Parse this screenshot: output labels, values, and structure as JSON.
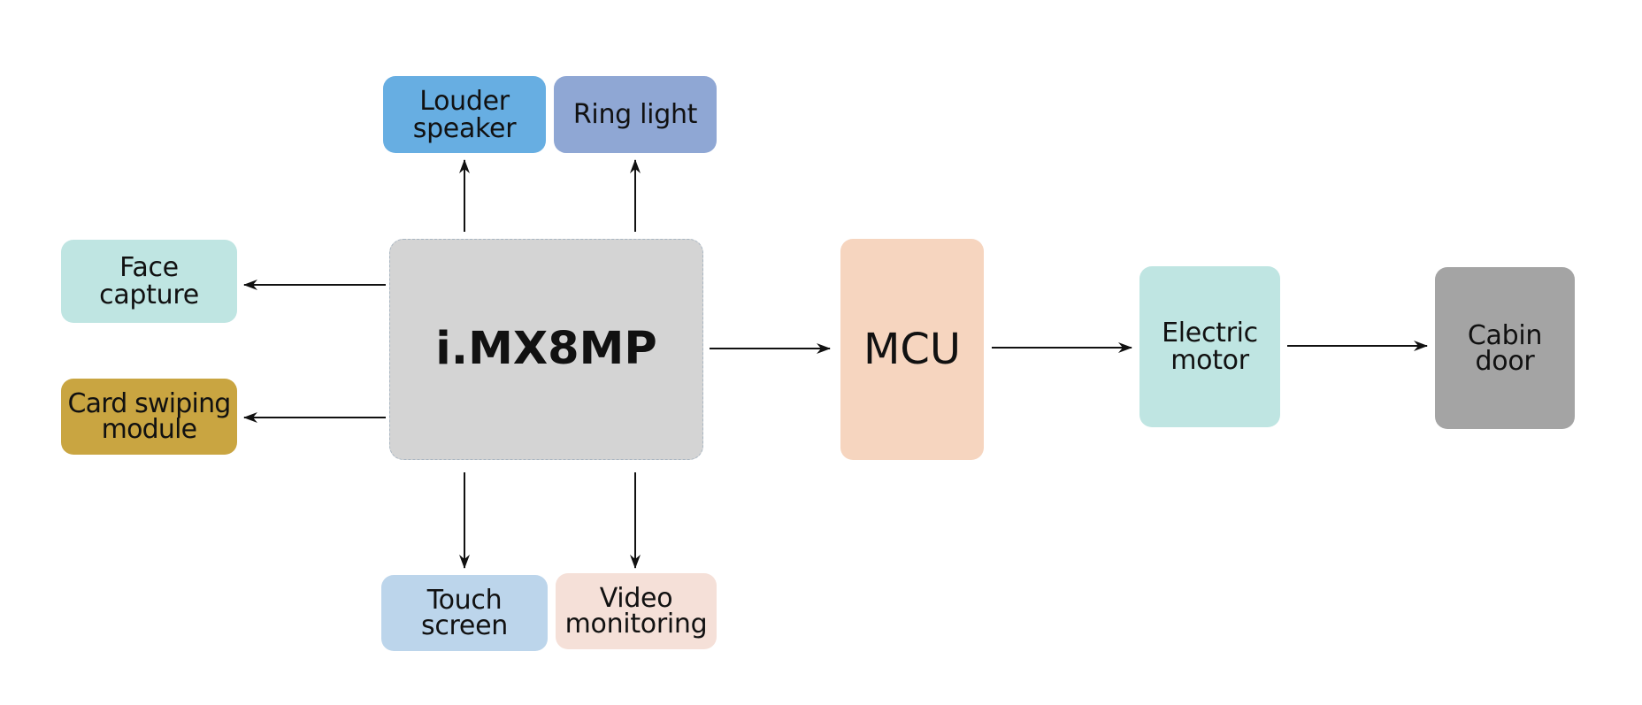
{
  "diagram": {
    "processor": "i.MX8MP",
    "mcu": "MCU",
    "electric_motor": [
      "Electric",
      "motor"
    ],
    "cabin_door": [
      "Cabin",
      "door"
    ],
    "louder_speaker": [
      "Louder",
      "speaker"
    ],
    "ring_light": "Ring light",
    "face_capture": [
      "Face",
      "capture"
    ],
    "card_swiping_module": [
      "Card swiping",
      "module"
    ],
    "touch_screen": [
      "Touch",
      "screen"
    ],
    "video_monitoring": [
      "Video",
      "monitoring"
    ]
  },
  "colors": {
    "louder_speaker": "#67AEE2",
    "ring_light": "#8FA7D4",
    "face_capture": "#BFE5E2",
    "card_swiping_module": "#C9A541",
    "touch_screen": "#BCD5EB",
    "video_monitoring": "#F5E0D8",
    "processor": "#D4D4D4",
    "mcu": "#F6D5BF",
    "electric_motor": "#BFE5E2",
    "cabin_door": "#A4A4A4",
    "arrow": "#111111"
  }
}
